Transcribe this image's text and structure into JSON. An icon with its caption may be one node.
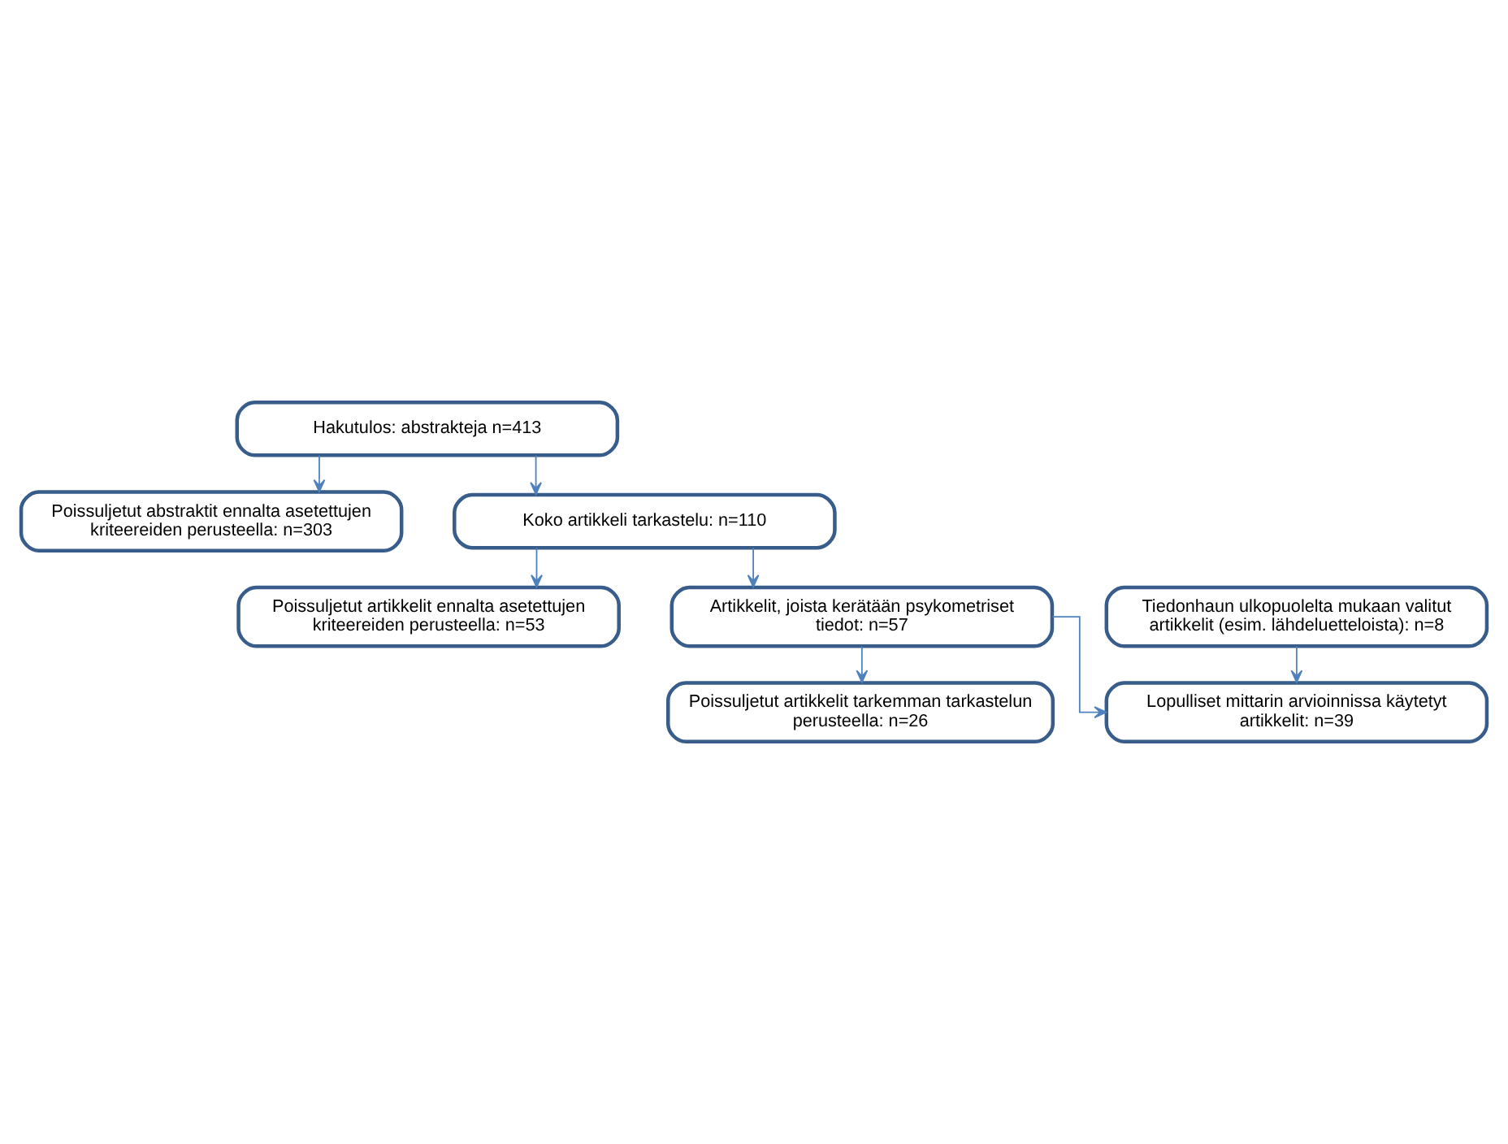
{
  "diagram": {
    "nodes": [
      {
        "text": [
          "Hakutulos: abstrakteja n=413"
        ]
      },
      {
        "text": [
          "Poissuljetut abstraktit ennalta asetettujen kriteereiden perusteella: n=303"
        ]
      },
      {
        "text": [
          "Koko artikkeli tarkastelu: n=110"
        ]
      },
      {
        "text": [
          "Poissuljetut artikkelit ennalta asetettujen kriteereiden perusteella: n=53"
        ]
      },
      {
        "text": [
          "Artikkelit, joista kerätään psykometriset tiedot: n=57"
        ]
      },
      {
        "text": [
          "Poissuljetut artikkelit tarkemman tarkastelun perusteella: n=26"
        ]
      },
      {
        "text": [
          "Tiedonhaun ulkopuolelta mukaan valitut artikkelit (esim. lähdeluetteloista): n=8"
        ]
      },
      {
        "text": [
          "Lopulliset mittarin arvioinnissa käytetyt artikkelit: n=39"
        ]
      }
    ],
    "edges": [
      {
        "from": 0,
        "to": 2,
        "arrow": "to"
      },
      {
        "from": 0,
        "to": 1,
        "arrow": "to"
      },
      {
        "from": 2,
        "to": 4,
        "arrow": "to"
      },
      {
        "from": 2,
        "to": 3,
        "arrow": "to"
      },
      {
        "from": 4,
        "to": 7,
        "arrow": "to"
      },
      {
        "from": 4,
        "to": 5,
        "arrow": "to"
      },
      {
        "from": 6,
        "to": 7,
        "arrow": "to"
      }
    ]
  }
}
